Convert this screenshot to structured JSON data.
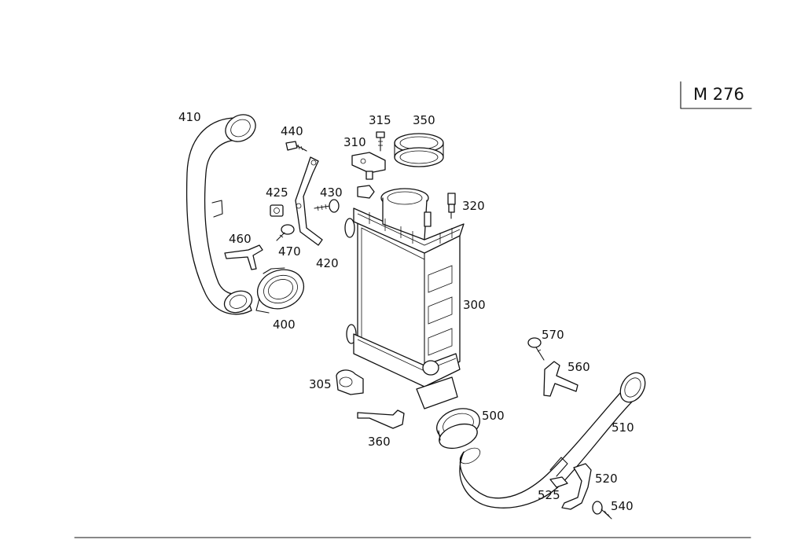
{
  "model_code": "M 276",
  "parts": [
    {
      "id": "p300",
      "number": "300"
    },
    {
      "id": "p305",
      "number": "305"
    },
    {
      "id": "p310",
      "number": "310"
    },
    {
      "id": "p315",
      "number": "315"
    },
    {
      "id": "p320",
      "number": "320"
    },
    {
      "id": "p350",
      "number": "350"
    },
    {
      "id": "p360",
      "number": "360"
    },
    {
      "id": "p400",
      "number": "400"
    },
    {
      "id": "p410",
      "number": "410"
    },
    {
      "id": "p420",
      "number": "420"
    },
    {
      "id": "p425",
      "number": "425"
    },
    {
      "id": "p430",
      "number": "430"
    },
    {
      "id": "p440",
      "number": "440"
    },
    {
      "id": "p460",
      "number": "460"
    },
    {
      "id": "p470",
      "number": "470"
    },
    {
      "id": "p500",
      "number": "500"
    },
    {
      "id": "p510",
      "number": "510"
    },
    {
      "id": "p520",
      "number": "520"
    },
    {
      "id": "p525",
      "number": "525"
    },
    {
      "id": "p540",
      "number": "540"
    },
    {
      "id": "p560",
      "number": "560"
    },
    {
      "id": "p570",
      "number": "570"
    }
  ]
}
